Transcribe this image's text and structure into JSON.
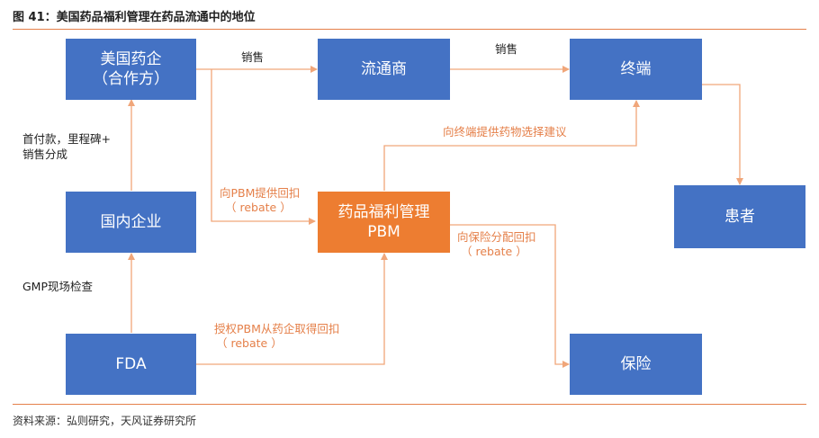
{
  "title": "图 41：美国药品福利管理在药品流通中的地位",
  "source": "资料来源：弘则研究，天风证券研究所",
  "boxes": {
    "us_pharma_line1": "美国药企",
    "us_pharma_line2": "（合作方）",
    "distributor": "流通商",
    "terminal": "终端",
    "domestic": "国内企业",
    "pbm_line1": "药品福利管理",
    "pbm_line2": "PBM",
    "patient": "患者",
    "fda": "FDA",
    "insurance": "保险"
  },
  "labels": {
    "sales1": "销售",
    "sales2": "销售",
    "upfront_line1": "首付款，里程碑+",
    "upfront_line2": "销售分成",
    "gmp": "GMP现场检查",
    "terminal_advice": "向终端提供药物选择建议",
    "pbm_rebate_line1": "向PBM提供回扣",
    "pbm_rebate_line2": "（ rebate ）",
    "insurance_rebate_line1": "向保险分配回扣",
    "insurance_rebate_line2": "（ rebate ）",
    "auth_line1": "授权PBM从药企取得回扣",
    "auth_line2": "（ rebate ）"
  },
  "colors": {
    "box_blue": "#4472c4",
    "box_orange": "#ed7d31",
    "arrow_orange": "#f0a67a",
    "title_rule": "#e5804a"
  }
}
